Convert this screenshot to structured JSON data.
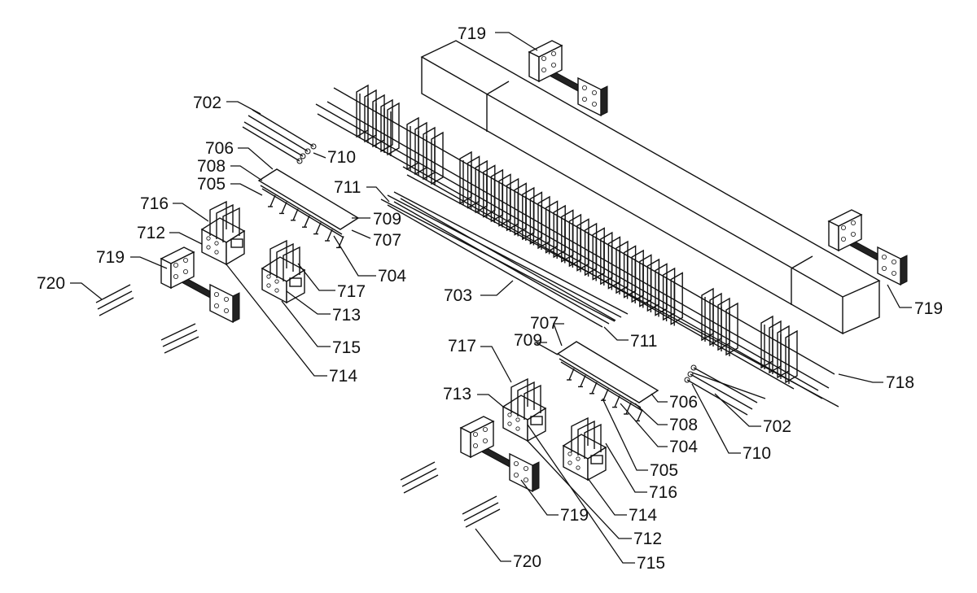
{
  "figure": {
    "labels": {
      "l702a": "702",
      "l702b": "702",
      "l703": "703",
      "l704a": "704",
      "l704b": "704",
      "l705a": "705",
      "l705b": "705",
      "l706a": "706",
      "l706b": "706",
      "l707a": "707",
      "l707b": "707",
      "l708a": "708",
      "l708b": "708",
      "l709a": "709",
      "l709b": "709",
      "l710a": "710",
      "l710b": "710",
      "l711a": "711",
      "l711b": "711",
      "l712a": "712",
      "l712b": "712",
      "l713a": "713",
      "l713b": "713",
      "l714a": "714",
      "l714b": "714",
      "l715a": "715",
      "l715b": "715",
      "l716a": "716",
      "l716b": "716",
      "l717a": "717",
      "l717b": "717",
      "l718": "718",
      "l719a": "719",
      "l719b": "719",
      "l719c": "719",
      "l719d": "719",
      "l720a": "720",
      "l720b": "720"
    }
  }
}
